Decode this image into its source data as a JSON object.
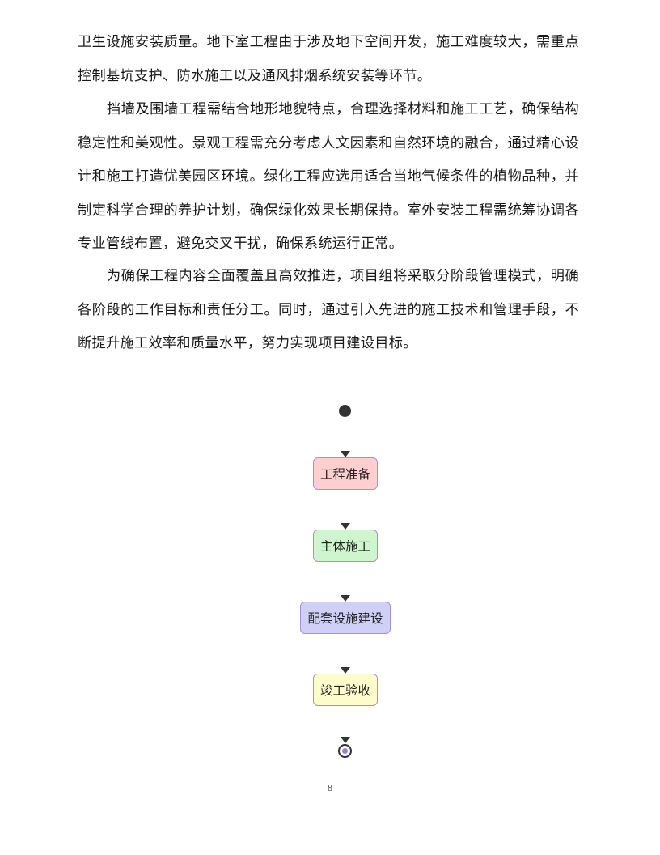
{
  "document": {
    "paragraphs": [
      {
        "id": "p1",
        "indent": false,
        "text": "卫生设施安装质量。地下室工程由于涉及地下空间开发，施工难度较大，需重点控制基坑支护、防水施工以及通风排烟系统安装等环节。"
      },
      {
        "id": "p2",
        "indent": true,
        "text": "挡墙及围墙工程需结合地形地貌特点，合理选择材料和施工工艺，确保结构稳定性和美观性。景观工程需充分考虑人文因素和自然环境的融合，通过精心设计和施工打造优美园区环境。绿化工程应选用适合当地气候条件的植物品种，并制定科学合理的养护计划，确保绿化效果长期保持。室外安装工程需统筹协调各专业管线布置，避免交叉干扰，确保系统运行正常。"
      },
      {
        "id": "p3",
        "indent": true,
        "text": "为确保工程内容全面覆盖且高效推进，项目组将采取分阶段管理模式，明确各阶段的工作目标和责任分工。同时，通过引入先进的施工技术和管理手段，不断提升施工效率和质量水平，努力实现项目建设目标。"
      }
    ],
    "page_number": "8"
  },
  "flowchart": {
    "type": "activity-diagram",
    "start": "initial-node",
    "end": "final-node",
    "nodes": [
      {
        "label": "工程准备",
        "fill": "#ffcfcf",
        "border": "#a98ed8"
      },
      {
        "label": "主体施工",
        "fill": "#cff5cf",
        "border": "#a98ed8"
      },
      {
        "label": "配套设施建设",
        "fill": "#cfcff7",
        "border": "#a98ed8"
      },
      {
        "label": "竣工验收",
        "fill": "#fdfccb",
        "border": "#a98ed8"
      }
    ],
    "edge_color": "#333333",
    "final_node_fill": "#9b7fe0"
  }
}
